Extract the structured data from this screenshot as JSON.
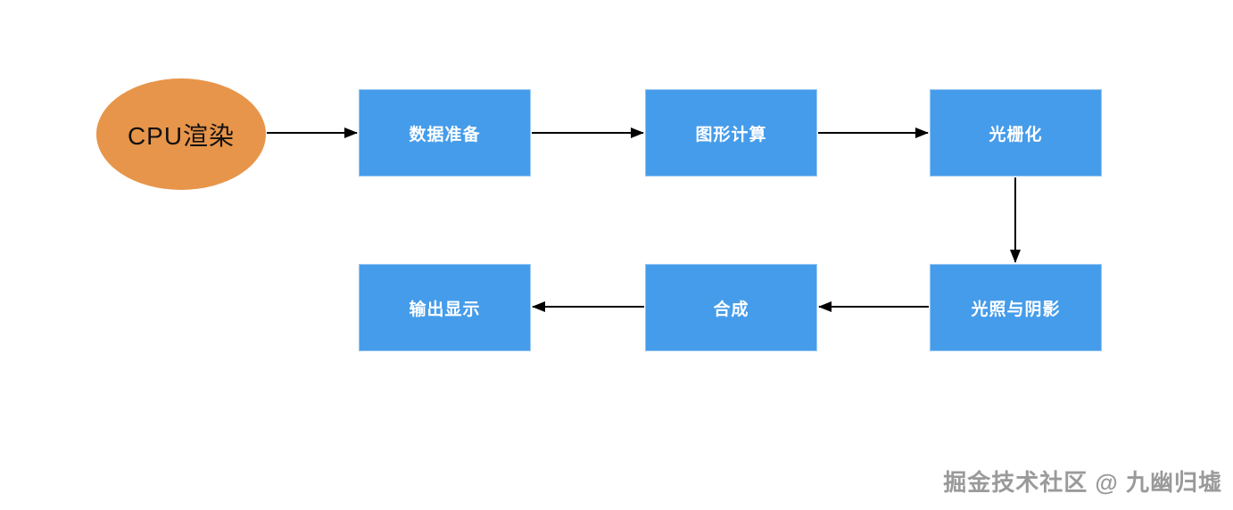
{
  "diagram": {
    "title": "CPU rendering pipeline flowchart",
    "start_node": {
      "id": "cpu-render",
      "label": "CPU渲染",
      "shape": "ellipse"
    },
    "nodes": [
      {
        "id": "data-preparation",
        "label": "数据准备",
        "shape": "rect"
      },
      {
        "id": "graphics-compute",
        "label": "图形计算",
        "shape": "rect"
      },
      {
        "id": "rasterization",
        "label": "光栅化",
        "shape": "rect"
      },
      {
        "id": "lighting-shadows",
        "label": "光照与阴影",
        "shape": "rect"
      },
      {
        "id": "compositing",
        "label": "合成",
        "shape": "rect"
      },
      {
        "id": "output-display",
        "label": "输出显示",
        "shape": "rect"
      }
    ],
    "edges": [
      {
        "from": "cpu-render",
        "to": "data-preparation",
        "direction": "right"
      },
      {
        "from": "data-preparation",
        "to": "graphics-compute",
        "direction": "right"
      },
      {
        "from": "graphics-compute",
        "to": "rasterization",
        "direction": "right"
      },
      {
        "from": "rasterization",
        "to": "lighting-shadows",
        "direction": "down"
      },
      {
        "from": "lighting-shadows",
        "to": "compositing",
        "direction": "left"
      },
      {
        "from": "compositing",
        "to": "output-display",
        "direction": "left"
      }
    ],
    "colors": {
      "start_fill": "#E7954A",
      "start_text": "#111111",
      "process_fill": "#459CEA",
      "process_text": "#FFFFFF",
      "arrow": "#000000",
      "background": "#FFFFFF"
    }
  },
  "watermark": {
    "text": "掘金技术社区 @ 九幽归墟",
    "color": "#9A9A9A"
  }
}
